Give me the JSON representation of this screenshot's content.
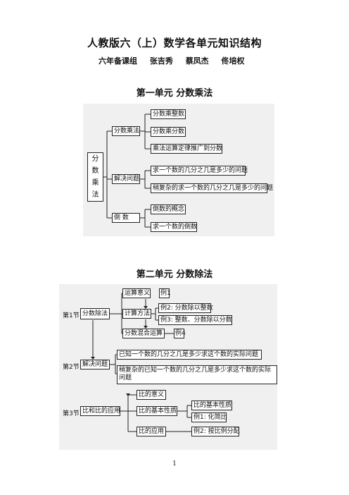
{
  "doc": {
    "title": "人教版六（上）数学各单元知识结构",
    "authors": [
      "六年备课组",
      "张吉秀",
      "蔡凤杰",
      "佟培权"
    ],
    "page_number": "1"
  },
  "unit1": {
    "heading": "第一单元  分数乘法",
    "root_chars": [
      "分",
      "数",
      "乘",
      "法"
    ],
    "branches": [
      {
        "label": "分数乘法",
        "items": [
          "分数乘整数",
          "分数乘分数",
          "乘法运算定律推广到分数"
        ]
      },
      {
        "label": "解决问题",
        "items": [
          "求一个数的几分之几是多少的问题",
          "稍复杂的求一个数的几分之几是多少的问题"
        ]
      },
      {
        "label": "倒    数",
        "items": [
          "倒数的概念",
          "求一个数的倒数"
        ]
      }
    ]
  },
  "unit2": {
    "heading": "第二单元  分数除法",
    "sections": [
      {
        "tag": "第1节",
        "label": "分数除法",
        "nodes": [
          "运算意义",
          "计算方法",
          "分数混合运算"
        ],
        "examples": [
          "例1",
          "例2: 分数除以整数",
          "例3: 整数、分数除以分数",
          "例4"
        ]
      },
      {
        "tag": "第2节",
        "label": "解决问题",
        "items": [
          "已知一个数的几分之几是多少求这个数的实际问题",
          "稍复杂的已知一个数的几分之几是多少求这个数的实际",
          "问题"
        ]
      },
      {
        "tag": "第3节",
        "label": "比和比的应用",
        "nodes": [
          "比的意义",
          "比的基本性质",
          "比的应用"
        ],
        "examples": [
          "比的基本性质",
          "例1: 化简比",
          "例2: 按比例分配"
        ]
      }
    ]
  }
}
